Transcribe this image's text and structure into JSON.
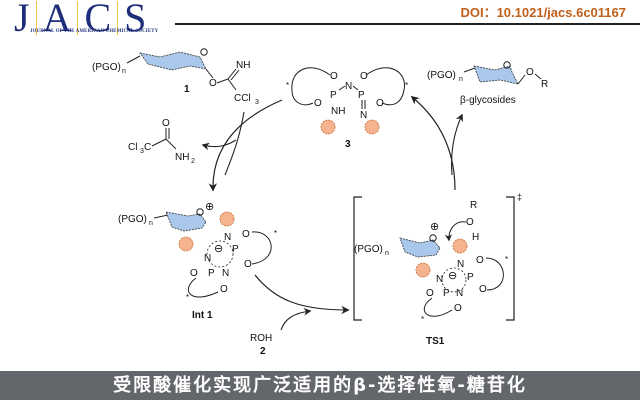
{
  "header": {
    "logo_letters": [
      "J",
      "A",
      "C",
      "S"
    ],
    "logo_subtitle": "JOURNAL OF THE AMERICAN CHEMICAL SOCIETY",
    "doi": "DOI：10.1021/jacs.6c01167"
  },
  "scheme": {
    "compound1": {
      "protecting_group": "(PGO)",
      "subscript": "n",
      "imidate_nh": "NH",
      "imidate_ccl3": "CCl",
      "ccl3_sub": "3",
      "ring_o": "O",
      "number": "1"
    },
    "byproduct": {
      "left": "Cl",
      "left_sub": "3",
      "left_c": "C",
      "carbonyl_o": "O",
      "amine": "NH",
      "amine_sub": "2"
    },
    "catalyst3": {
      "number": "3",
      "atoms": {
        "p_left": "P",
        "p_right": "P",
        "n_bridge": "N",
        "nh": "NH",
        "n_bottom": "N",
        "o": "O",
        "star": "*"
      }
    },
    "product": {
      "protecting_group": "(PGO)",
      "subscript": "n",
      "o": "O",
      "r": "R",
      "label": "β-glycosides"
    },
    "int1": {
      "label": "Int 1",
      "protecting_group": "(PGO)",
      "subscript": "n",
      "plus": "⊕",
      "minus": "⊖"
    },
    "nucleophile": {
      "formula": "ROH",
      "number": "2"
    },
    "ts1": {
      "label": "TS1",
      "double_dagger": "‡",
      "protecting_group": "(PGO)",
      "subscript": "n",
      "r": "R",
      "o": "O",
      "h": "H",
      "plus": "⊕",
      "minus": "⊖"
    },
    "colors": {
      "sugar_fill": "#a9c8ec",
      "bulky_group_fill": "#f5b38f",
      "bulky_group_stroke": "#c96b3a",
      "ink": "#111111"
    }
  },
  "caption": "受限酸催化实现广泛适用的β-选择性氧-糖苷化"
}
